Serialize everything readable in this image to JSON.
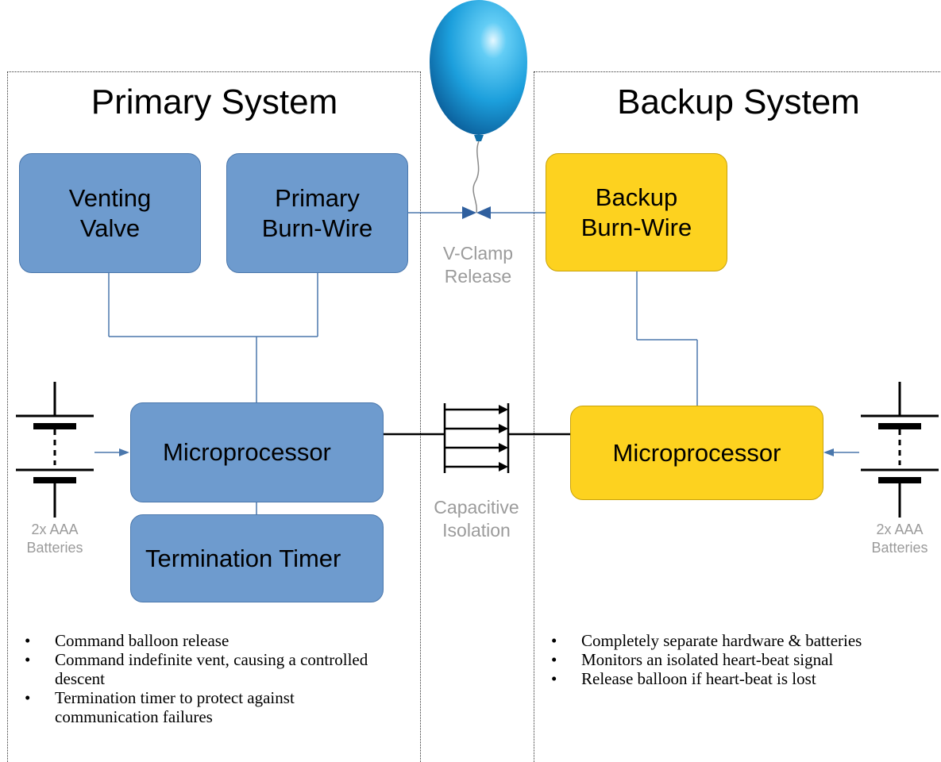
{
  "balloon": {
    "icon": "balloon-icon",
    "color": "#1da6e0"
  },
  "primary": {
    "title": "Primary System",
    "venting_valve": [
      "Venting",
      "Valve"
    ],
    "burn_wire": [
      "Primary",
      "Burn-Wire"
    ],
    "microprocessor": "Microprocessor",
    "timer": "Termination Timer",
    "battery_caption": [
      "2x AAA",
      "Batteries"
    ],
    "bullets": [
      "Command balloon release",
      "Command indefinite vent, causing a controlled descent",
      "Termination timer to protect against communication failures"
    ],
    "color": "#6e9bce"
  },
  "center": {
    "vclamp": [
      "V-Clamp",
      "Release"
    ],
    "capacitive": [
      "Capacitive",
      "Isolation"
    ]
  },
  "backup": {
    "title": "Backup System",
    "burn_wire": [
      "Backup",
      "Burn-Wire"
    ],
    "microprocessor": "Microprocessor",
    "battery_caption": [
      "2x AAA",
      "Batteries"
    ],
    "bullets": [
      "Completely separate hardware & batteries",
      "Monitors an isolated heart-beat signal",
      "Release balloon if heart-beat is lost"
    ],
    "color": "#fdd21f"
  },
  "colors": {
    "connector": "#4a77ac",
    "caption": "#9b9b9b"
  }
}
